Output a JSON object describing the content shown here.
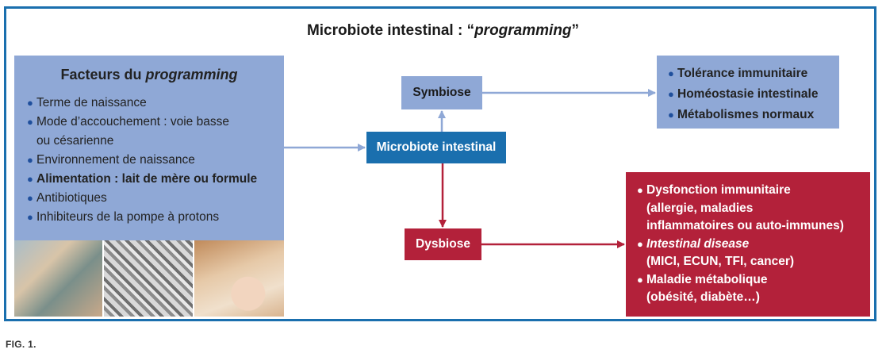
{
  "title": {
    "prefix": "Microbiote intestinal : “",
    "italic": "programming",
    "suffix": "”"
  },
  "factors": {
    "title_prefix": "Facteurs du ",
    "title_italic": "programming",
    "items": [
      {
        "text": "Terme de naissance",
        "bold": false
      },
      {
        "text": "Mode d’accouchement : voie basse",
        "bold": false
      },
      {
        "text": "ou césarienne",
        "bold": false,
        "continuation": true
      },
      {
        "text": "Environnement de naissance",
        "bold": false
      },
      {
        "text": "Alimentation : lait de mère ou formule",
        "bold": true
      },
      {
        "text": "Antibiotiques",
        "bold": false
      },
      {
        "text": "Inhibiteurs de la pompe à protons",
        "bold": false
      }
    ]
  },
  "nodes": {
    "symbiose": "Symbiose",
    "microbiote": "Microbiote intestinal",
    "dysbiose": "Dysbiose"
  },
  "outcome_good": [
    "Tolérance immunitaire",
    "Homéostasie intestinale",
    "Métabolismes normaux"
  ],
  "outcome_bad": [
    {
      "head": "Dysfonction immunitaire",
      "head_italic": false,
      "lines": [
        "(allergie, maladies",
        "inflammatoires ou auto-immunes)"
      ]
    },
    {
      "head": "Intestinal disease",
      "head_italic": true,
      "lines": [
        "(MICI, ECUN, TFI, cancer)"
      ]
    },
    {
      "head": "Maladie métabolique",
      "head_italic": false,
      "lines": [
        "(obésité, diabète…)"
      ]
    }
  ],
  "colors": {
    "frame": "#1a6fae",
    "light_blue": "#8fa8d6",
    "dark_blue": "#1a6fae",
    "red": "#b3213a",
    "arrow_blue": "#8fa8d6",
    "arrow_red": "#b3213a"
  },
  "figure_label": "FIG. 1."
}
